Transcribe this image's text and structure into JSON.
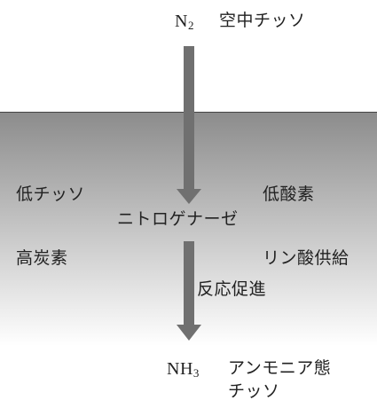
{
  "top": {
    "formula": "N",
    "formula_sub": "2",
    "name": "空中チッソ"
  },
  "left_conditions": [
    "低チッソ",
    "高炭素"
  ],
  "right_conditions": [
    "低酸素",
    "リン酸供給"
  ],
  "enzyme": "ニトロゲナーゼ",
  "effect": "反応促進",
  "bottom": {
    "formula": "NH",
    "formula_sub": "3",
    "name_line1": "アンモニア態",
    "name_line2": "チッソ"
  },
  "colors": {
    "arrow": "#707070",
    "soil_top": "#8c8c8c",
    "soil_bottom": "#ffffff",
    "text": "#222222"
  }
}
